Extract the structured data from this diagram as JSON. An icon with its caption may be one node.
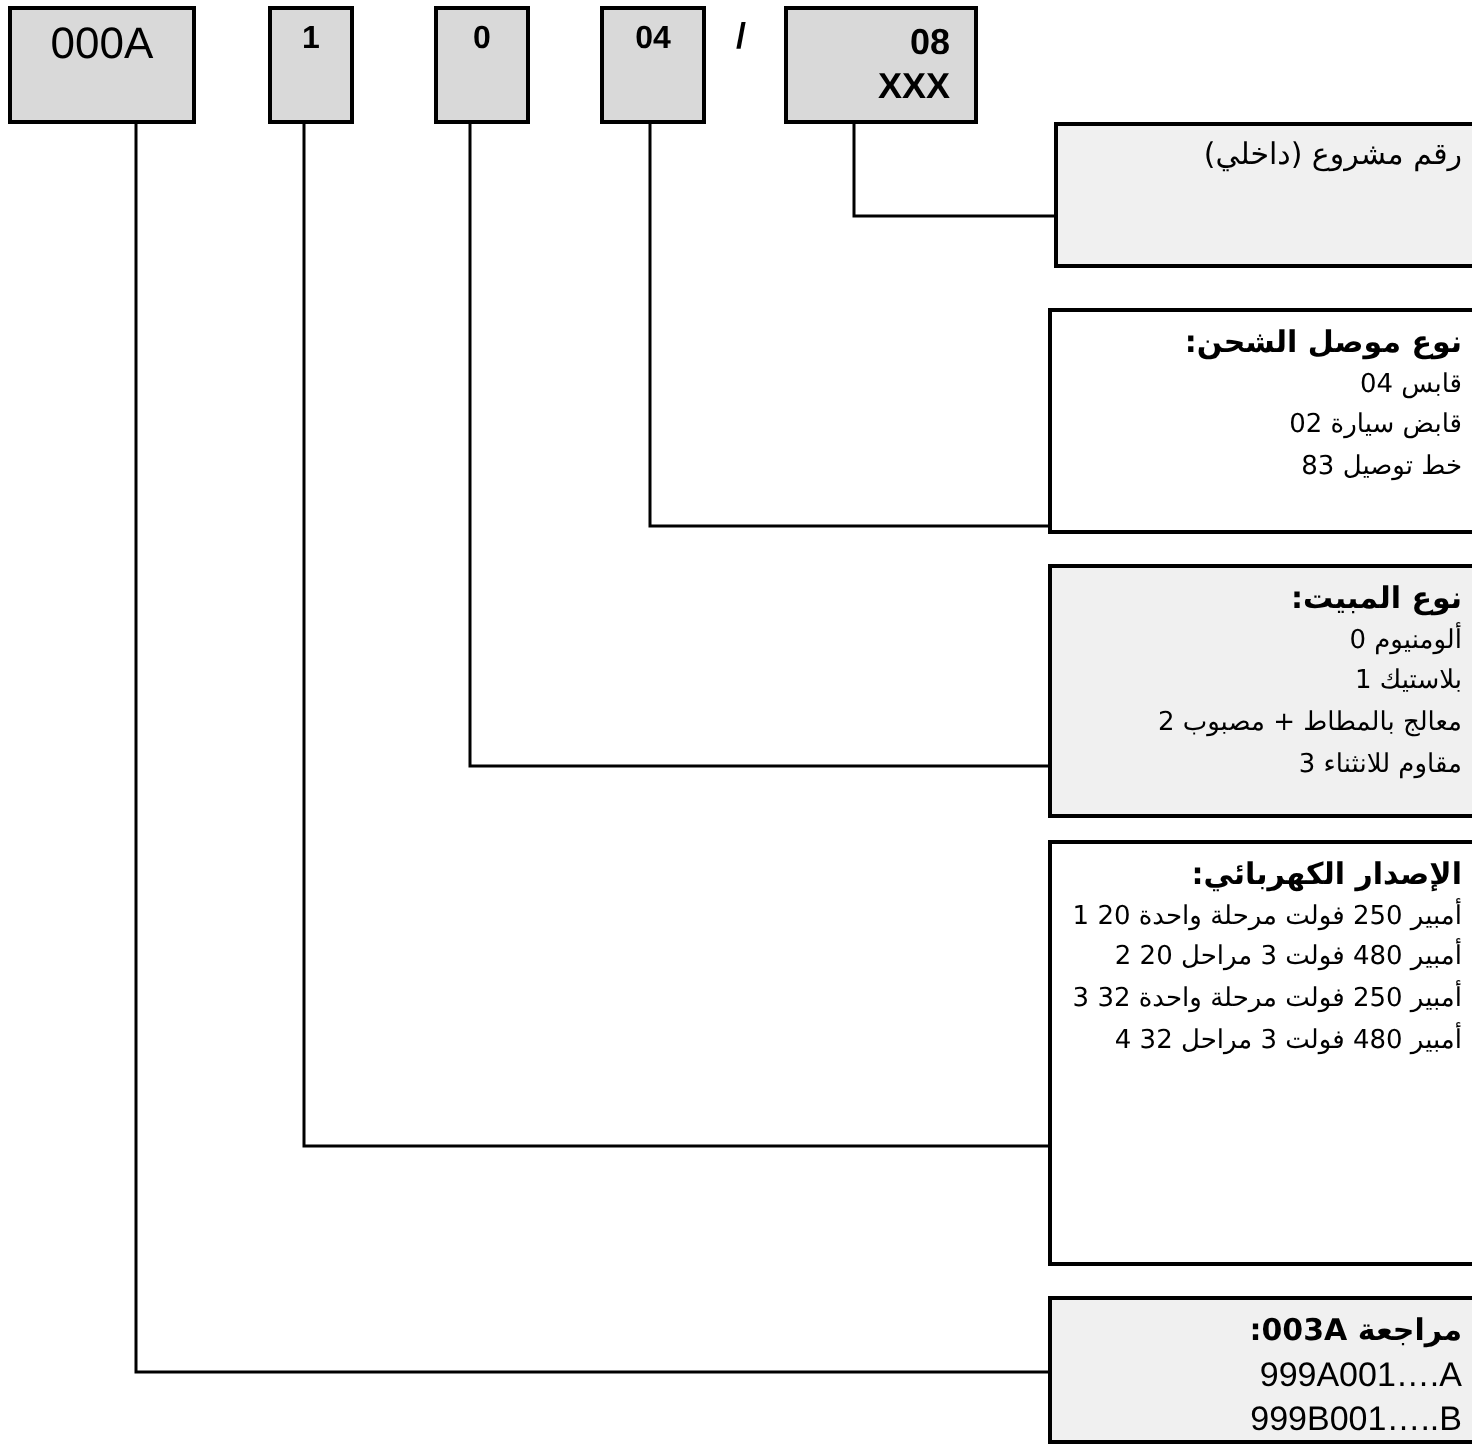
{
  "diagram": {
    "nodes": [
      {
        "text": [
          "000A"
        ]
      },
      {
        "text": [
          "1"
        ]
      },
      {
        "text": [
          "0"
        ]
      },
      {
        "text": [
          "04"
        ]
      },
      {
        "text": [
          "08",
          "XXX"
        ]
      },
      {
        "text": [
          "رقم مشروع (داخلي)"
        ]
      },
      {
        "text": [
          "نوع موصل الشحن:",
          "04 قابس",
          "02 قابض سيارة",
          "83 خط توصيل"
        ]
      },
      {
        "text": [
          "نوع المبيت:",
          "0 ألومنيوم",
          "1 بلاستيك",
          "2 معالج بالمطاط + مصبوب",
          "3 مقاوم للانثناء"
        ]
      },
      {
        "text": [
          "الإصدار الكهربائي:",
          "1 20 أمبير 250 فولت مرحلة واحدة",
          "2 20 أمبير 480 فولت 3 مراحل",
          "3 32 أمبير 250 فولت مرحلة واحدة",
          "4 32 أمبير 480 فولت 3 مراحل"
        ]
      },
      {
        "text": [
          "مراجعة 003A:",
          "999A001….A",
          "999B001…..B"
        ]
      }
    ],
    "edges": [
      {
        "from": 0,
        "to": 9,
        "arrow": "none"
      },
      {
        "from": 1,
        "to": 8,
        "arrow": "none"
      },
      {
        "from": 2,
        "to": 7,
        "arrow": "none"
      },
      {
        "from": 3,
        "to": 6,
        "arrow": "none"
      },
      {
        "from": 4,
        "to": 5,
        "arrow": "none"
      }
    ],
    "labels": [
      "/"
    ]
  }
}
